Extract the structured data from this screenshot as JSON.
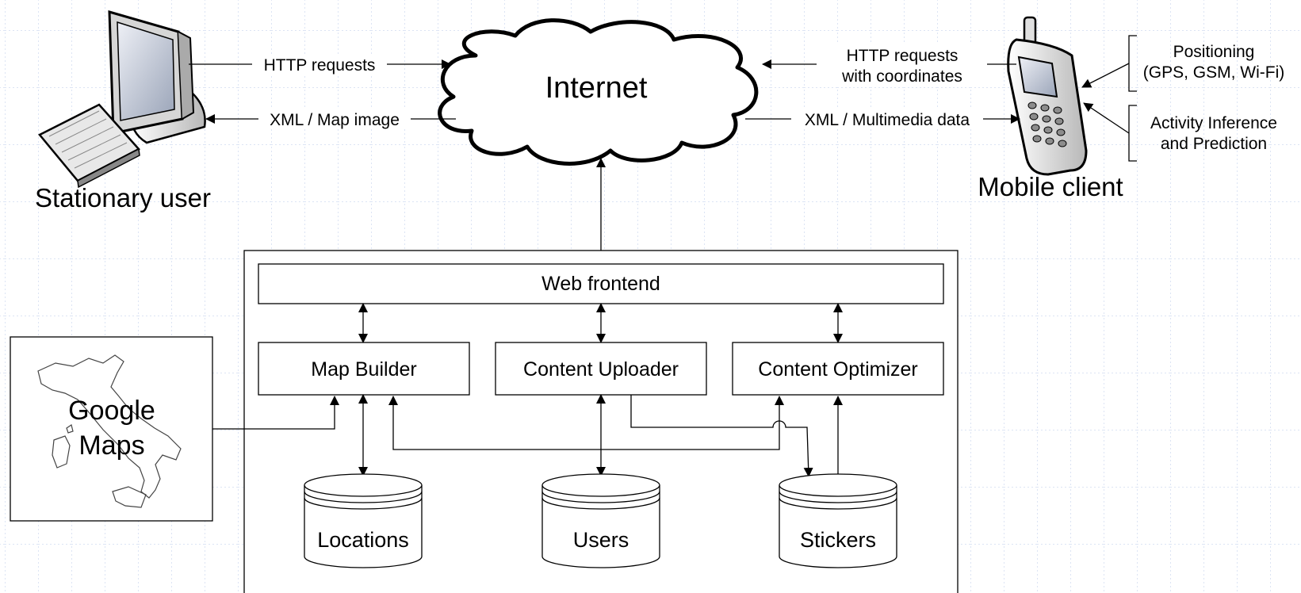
{
  "internet": {
    "label": "Internet"
  },
  "stationary": {
    "caption": "Stationary user",
    "req_label": "HTTP requests",
    "resp_label": "XML / Map image"
  },
  "mobile": {
    "caption": "Mobile client",
    "req_line1": "HTTP requests",
    "req_line2": "with coordinates",
    "resp_label": "XML / Multimedia data",
    "positioning_line1": "Positioning",
    "positioning_line2": "(GPS, GSM, Wi-Fi)",
    "activity_line1": "Activity Inference",
    "activity_line2": "and Prediction"
  },
  "server": {
    "web_frontend": "Web frontend",
    "map_builder": "Map Builder",
    "content_uploader": "Content Uploader",
    "content_optimizer": "Content Optimizer",
    "db_locations": "Locations",
    "db_users": "Users",
    "db_stickers": "Stickers"
  },
  "google_maps": {
    "line1": "Google",
    "line2": "Maps"
  },
  "colors": {
    "grid": "#b8c8e8",
    "stroke": "#000000",
    "background": "#ffffff"
  }
}
